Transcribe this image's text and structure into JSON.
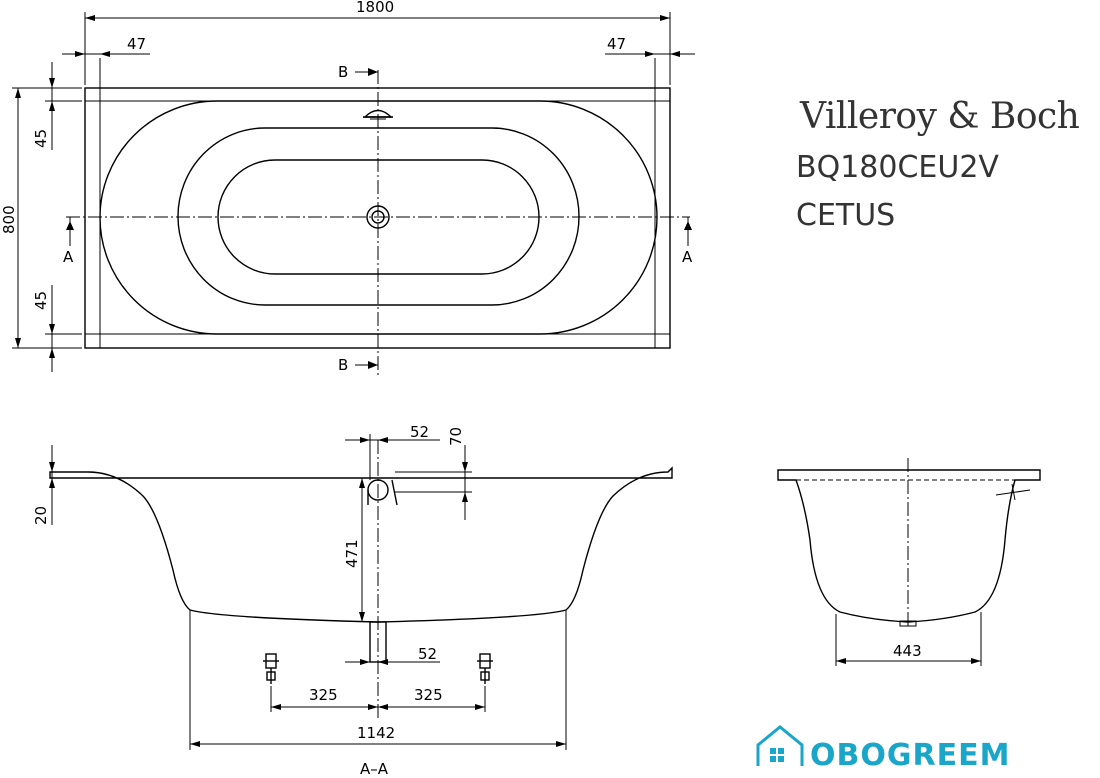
{
  "brand": "Villeroy & Boch",
  "model_code": "BQ180CEU2V",
  "model_name": "CETUS",
  "logo_text": "OBOGREEM",
  "dimensions": {
    "length": "1800",
    "rim_left": "47",
    "rim_right": "47",
    "width": "800",
    "rim_top": "45",
    "rim_bottom": "45",
    "overflow_offset": "52",
    "overflow_height": "70",
    "rim_thickness": "20",
    "depth": "471",
    "drain_offset": "52",
    "foot_left": "325",
    "foot_right": "325",
    "base_length": "1142",
    "cross_base": "443"
  },
  "section_labels": {
    "a_left": "A",
    "a_right": "A",
    "b_top": "B",
    "b_bottom": "B",
    "section_title": "A–A"
  }
}
